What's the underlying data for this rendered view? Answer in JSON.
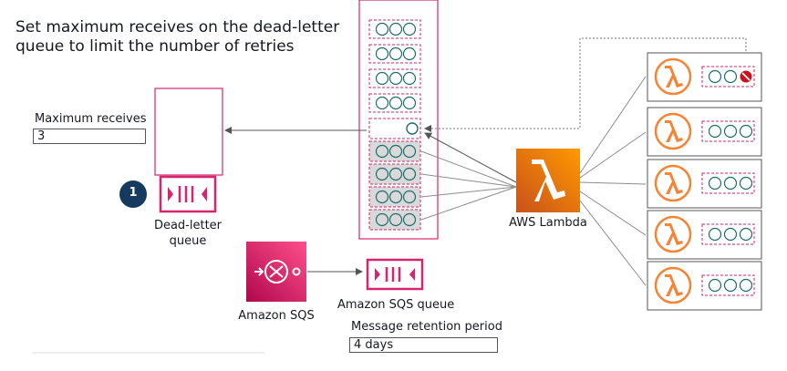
{
  "title": {
    "line1": "Set maximum receives on the dead-letter",
    "line2": "queue to limit the number of retries"
  },
  "dead_letter": {
    "field_label": "Maximum receives",
    "field_value": "3",
    "step_badge": "1",
    "caption_line1": "Dead-letter",
    "caption_line2": "queue"
  },
  "sqs": {
    "service_label": "Amazon SQS",
    "queue_label": "Amazon SQS queue",
    "retention_label": "Message retention period",
    "retention_value": "4 days"
  },
  "lambda": {
    "label": "AWS Lambda",
    "instances": 5
  },
  "colors": {
    "queue_pink": "#d6246e",
    "message_teal": "#1d6b6b",
    "lambda_orange": "#f58536",
    "error_red": "#c7131f",
    "badge_navy": "#163a5f",
    "sqs_pink": "#e7157b",
    "arrow_gray": "#8c8c8c"
  },
  "icons": [
    "lambda-icon",
    "sqs-icon",
    "queue-icon",
    "error-icon"
  ]
}
